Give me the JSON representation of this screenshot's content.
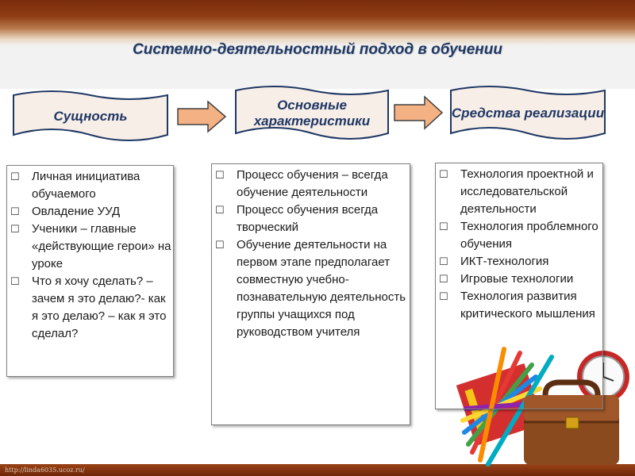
{
  "slide": {
    "title": "Системно-деятельностный подход в обучении",
    "footer_url": "http://linda6035.ucoz.ru/"
  },
  "headers": [
    {
      "label": "Сущность"
    },
    {
      "label": "Основные характеристики"
    },
    {
      "label": "Средства реализации"
    }
  ],
  "columns": [
    {
      "items": [
        "Личная инициатива обучаемого",
        "Овладение УУД",
        "Ученики – главные «действующие герои» на уроке",
        "Что я хочу сделать? – зачем я это делаю?- как я это делаю? – как я это сделал?"
      ]
    },
    {
      "items": [
        "Процесс обучения – всегда обучение деятельности",
        "Процесс обучения всегда творческий",
        "Обучение деятельности на первом этапе предполагает совместную учебно-познавательную деятельность группы учащихся под руководством учителя"
      ]
    },
    {
      "items": [
        "Технология проектной и исследовательской деятельности",
        "Технология проблемного обучения",
        "ИКТ-технология",
        "Игровые технологии",
        "Технология развития критического мышления"
      ]
    }
  ],
  "colors": {
    "title": "#1f3864",
    "banner_fill": "#f8eee8",
    "arrow_fill": "#f4b183",
    "band": "#8e3c12"
  },
  "decor": {
    "image": "briefcase-with-pencils-and-clock"
  }
}
